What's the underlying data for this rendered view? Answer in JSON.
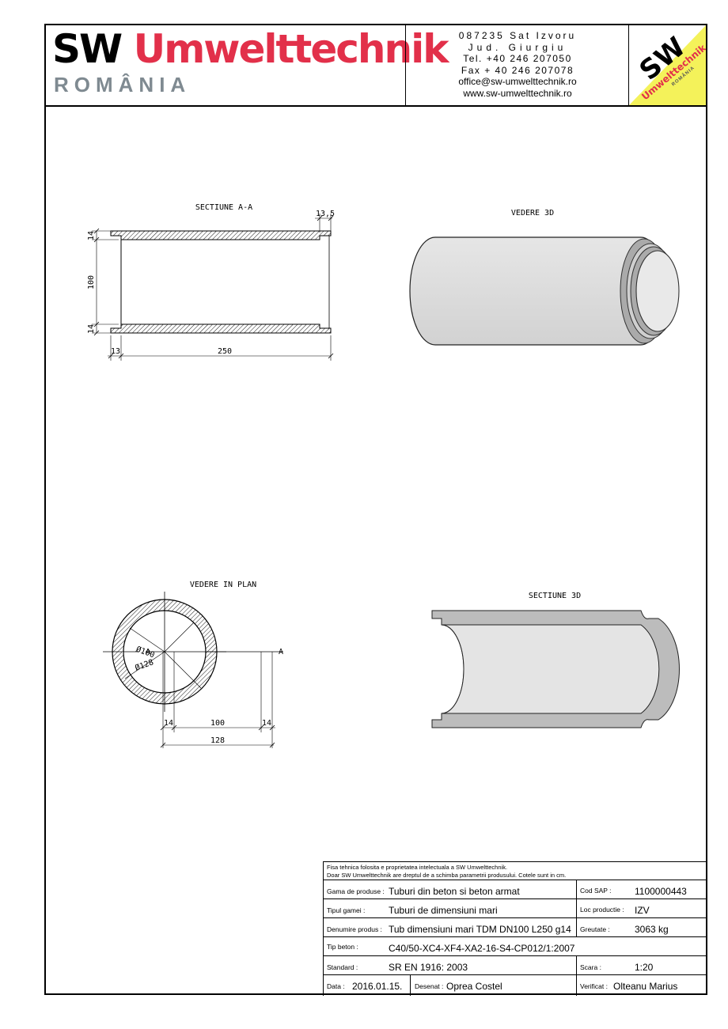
{
  "header": {
    "logo_sw": "SW",
    "logo_umwelt": "Umwelttechnik",
    "logo_country": "ROMÂNIA",
    "contact": {
      "line1": "087235 Sat Izvoru",
      "line2": "Jud. Giurgiu",
      "line3": "Tel. +40 246 207050",
      "line4": "Fax + 40 246 207078",
      "email": "office@sw-umwelttechnik.ro",
      "web": "www.sw-umwelttechnik.ro"
    },
    "badge": {
      "sw": "SW",
      "name": "Umwelttechnik",
      "country": "ROMÂNIA",
      "bg_color": "#f4f25a"
    }
  },
  "colors": {
    "brand_red": "#e2304a",
    "brand_gray": "#7f8a91"
  },
  "drawings": {
    "section_aa": {
      "title": "SECTIUNE   A-A",
      "dim_top": "13,5",
      "dim_wall_top": "14",
      "dim_inner": "100",
      "dim_wall_bottom": "14",
      "dim_socket": "13",
      "dim_length": "250"
    },
    "view_3d": {
      "title": "VEDERE 3D"
    },
    "plan_view": {
      "title": "VEDERE IN PLAN",
      "section_mark_left": "A",
      "section_mark_right": "A",
      "label_d100": "Ø100",
      "label_d128": "Ø128",
      "dim_wall_left": "14",
      "dim_inner": "100",
      "dim_wall_right": "14",
      "dim_outer": "128"
    },
    "section_3d": {
      "title": "SECTIUNE 3D"
    }
  },
  "title_block": {
    "note_line1": "Fisa tehnica folosita e proprietatea intelectuala a SW Umwelttechnik.",
    "note_line2": "Doar SW Umwelttechnik are dreptul de a schimba parametrii produsului. Cotele sunt in cm.",
    "gama_label": "Gama de produse :",
    "gama_value": "Tuburi din beton si beton armat",
    "cod_label": "Cod SAP :",
    "cod_value": "1100000443",
    "tip_gamei_label": "Tipul gamei :",
    "tip_gamei_value": "Tuburi de dimensiuni mari",
    "loc_label": "Loc productie :",
    "loc_value": "IZV",
    "denumire_label": "Denumire produs :",
    "denumire_value": "Tub dimensiuni mari TDM DN100 L250 g14",
    "greutate_label": "Greutate :",
    "greutate_value": "3063 kg",
    "tip_beton_label": "Tip beton :",
    "tip_beton_value": "C40/50-XC4-XF4-XA2-16-S4-CP012/1:2007",
    "standard_label": "Standard :",
    "standard_value": "SR EN 1916: 2003",
    "scara_label": "Scara :",
    "scara_value": "1:20",
    "data_label": "Data :",
    "data_value": "2016.01.15.",
    "desenat_label": "Desenat :",
    "desenat_value": "Oprea Costel",
    "verificat_label": "Verificat :",
    "verificat_value": "Olteanu Marius"
  }
}
